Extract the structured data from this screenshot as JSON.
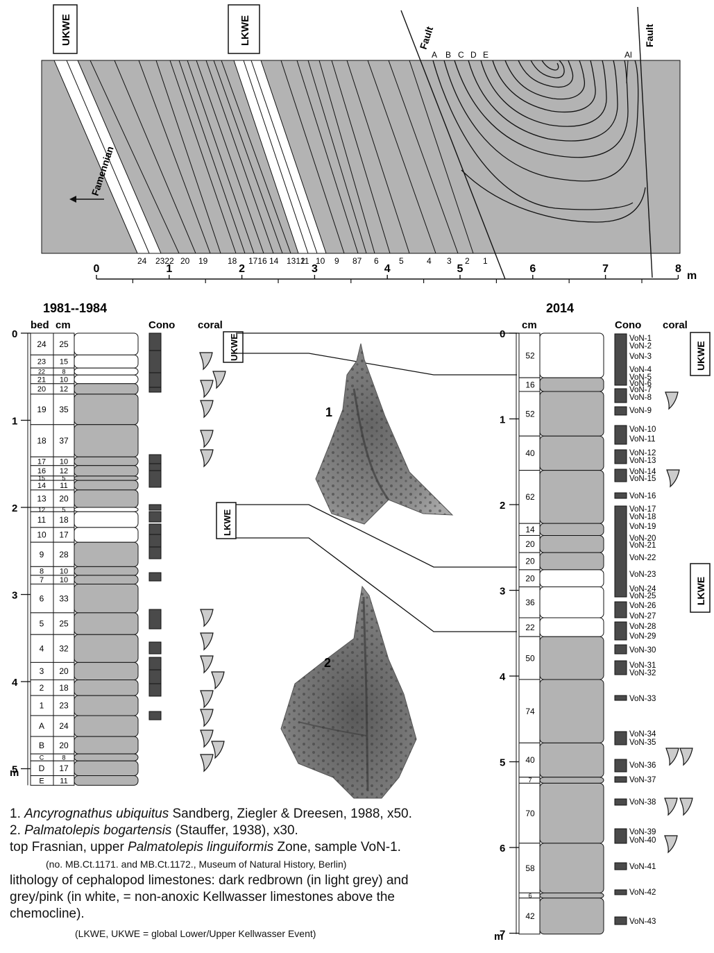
{
  "cross_section": {
    "boxes": [
      "UKWE",
      "LKWE"
    ],
    "fault_label": "Fault",
    "fold_letters": [
      "A",
      "B",
      "C",
      "D",
      "E"
    ],
    "letter_al": "Al",
    "famennian_label": "Famennian",
    "bed_numbers": [
      "24",
      "2322",
      "20",
      "19",
      "18",
      "1716",
      "14",
      "1312",
      "11",
      "10",
      "9",
      "87",
      "6",
      "5",
      "4",
      "3",
      "2",
      "1"
    ],
    "scale_ticks": [
      "0",
      "1",
      "2",
      "3",
      "4",
      "5",
      "6",
      "7",
      "8"
    ],
    "scale_unit": "m"
  },
  "left_log": {
    "title": "1981--1984",
    "col_bed": "bed",
    "col_cm": "cm",
    "col_cono": "Cono",
    "col_coral": "coral",
    "unit": "m",
    "depth_labels": [
      "0",
      "1",
      "2",
      "3",
      "4",
      "5"
    ],
    "beds": [
      {
        "bed": "24",
        "cm": "25",
        "lith": "white"
      },
      {
        "bed": "23",
        "cm": "15",
        "lith": "white"
      },
      {
        "bed": "22",
        "cm": "8",
        "lith": "white"
      },
      {
        "bed": "21",
        "cm": "10",
        "lith": "white"
      },
      {
        "bed": "20",
        "cm": "12",
        "lith": "grey"
      },
      {
        "bed": "19",
        "cm": "35",
        "lith": "grey"
      },
      {
        "bed": "18",
        "cm": "37",
        "lith": "grey"
      },
      {
        "bed": "17",
        "cm": "10",
        "lith": "grey"
      },
      {
        "bed": "16",
        "cm": "12",
        "lith": "grey"
      },
      {
        "bed": "15",
        "cm": "5",
        "lith": "grey"
      },
      {
        "bed": "14",
        "cm": "11",
        "lith": "grey"
      },
      {
        "bed": "13",
        "cm": "20",
        "lith": "grey"
      },
      {
        "bed": "12",
        "cm": "5",
        "lith": "white"
      },
      {
        "bed": "11",
        "cm": "18",
        "lith": "white"
      },
      {
        "bed": "10",
        "cm": "17",
        "lith": "white"
      },
      {
        "bed": "9",
        "cm": "28",
        "lith": "grey"
      },
      {
        "bed": "8",
        "cm": "10",
        "lith": "grey"
      },
      {
        "bed": "7",
        "cm": "10",
        "lith": "grey"
      },
      {
        "bed": "6",
        "cm": "33",
        "lith": "grey"
      },
      {
        "bed": "5",
        "cm": "25",
        "lith": "grey"
      },
      {
        "bed": "4",
        "cm": "32",
        "lith": "grey"
      },
      {
        "bed": "3",
        "cm": "20",
        "lith": "grey"
      },
      {
        "bed": "2",
        "cm": "18",
        "lith": "grey"
      },
      {
        "bed": "1",
        "cm": "23",
        "lith": "grey"
      },
      {
        "bed": "A",
        "cm": "24",
        "lith": "grey"
      },
      {
        "bed": "B",
        "cm": "20",
        "lith": "grey"
      },
      {
        "bed": "C",
        "cm": "8",
        "lith": "grey"
      },
      {
        "bed": "D",
        "cm": "17",
        "lith": "grey"
      },
      {
        "bed": "E",
        "cm": "11",
        "lith": "grey"
      }
    ],
    "box_ukwe": "UKWE",
    "box_lkwe": "LKWE"
  },
  "right_log": {
    "title": "2014",
    "col_cm": "cm",
    "col_cono": "Cono",
    "col_coral": "coral",
    "unit": "m",
    "depth_labels": [
      "0",
      "1",
      "2",
      "3",
      "4",
      "5",
      "6",
      "7"
    ],
    "beds": [
      {
        "cm": "52",
        "lith": "white"
      },
      {
        "cm": "16",
        "lith": "grey"
      },
      {
        "cm": "52",
        "lith": "grey"
      },
      {
        "cm": "40",
        "lith": "grey"
      },
      {
        "cm": "62",
        "lith": "grey"
      },
      {
        "cm": "14",
        "lith": "grey"
      },
      {
        "cm": "20",
        "lith": "grey"
      },
      {
        "cm": "20",
        "lith": "grey"
      },
      {
        "cm": "20",
        "lith": "white"
      },
      {
        "cm": "36",
        "lith": "white"
      },
      {
        "cm": "22",
        "lith": "white"
      },
      {
        "cm": "50",
        "lith": "grey"
      },
      {
        "cm": "74",
        "lith": "grey"
      },
      {
        "cm": "40",
        "lith": "grey"
      },
      {
        "cm": "7",
        "lith": "grey"
      },
      {
        "cm": "70",
        "lith": "grey"
      },
      {
        "cm": "58",
        "lith": "grey"
      },
      {
        "cm": "6",
        "lith": "grey"
      },
      {
        "cm": "42",
        "lith": "grey"
      }
    ],
    "samples": [
      "VoN-1",
      "VoN-2",
      "VoN-3",
      "VoN-4",
      "VoN-5",
      "VoN-6",
      "VoN-7",
      "VoN-8",
      "VoN-9",
      "VoN-10",
      "VoN-11",
      "VoN-12",
      "VoN-13",
      "VoN-14",
      "VoN-15",
      "VoN-16",
      "VoN-17",
      "VoN-18",
      "VoN-19",
      "VoN-20",
      "VoN-21",
      "VoN-22",
      "VoN-23",
      "VoN-24",
      "VoN-25",
      "VoN-26",
      "VoN-27",
      "VoN-28",
      "VoN-29",
      "VoN-30",
      "VoN-31",
      "VoN-32",
      "VoN-33",
      "VoN-34",
      "VoN-35",
      "VoN-36",
      "VoN-37",
      "VoN-38",
      "VoN-39",
      "VoN-40",
      "VoN-41",
      "VoN-42",
      "VoN-43"
    ],
    "box_ukwe": "UKWE",
    "box_lkwe": "LKWE"
  },
  "specimens": {
    "label1": "1",
    "label2": "2"
  },
  "colors": {
    "grey": "#b3b3b3",
    "dark": "#4a4a4a",
    "line": "#111111"
  },
  "caption": {
    "l1_num": "1. ",
    "l1_taxon": "Ancyrognathus ubiquitus",
    "l1_rest": " Sandberg, Ziegler & Dreesen, 1988, x50.",
    "l2_num": "2. ",
    "l2_taxon": "Palmatolepis bogartensis",
    "l2_rest": " (Stauffer, 1938), x30.",
    "l3_a": "top Frasnian, upper ",
    "l3_taxon": "Palmatolepis linguiformis",
    "l3_b": " Zone, sample VoN-1.",
    "l4": "(no. MB.Ct.1171. and MB.Ct.1172., Museum of Natural History, Berlin)",
    "l5": "lithology of cephalopod limestones: dark redbrown (in light grey) and",
    "l6": "grey/pink (in white, = non-anoxic Kellwasser limestones above the",
    "l7": "chemocline).",
    "l8": "(LKWE, UKWE = global Lower/Upper Kellwasser Event)"
  }
}
